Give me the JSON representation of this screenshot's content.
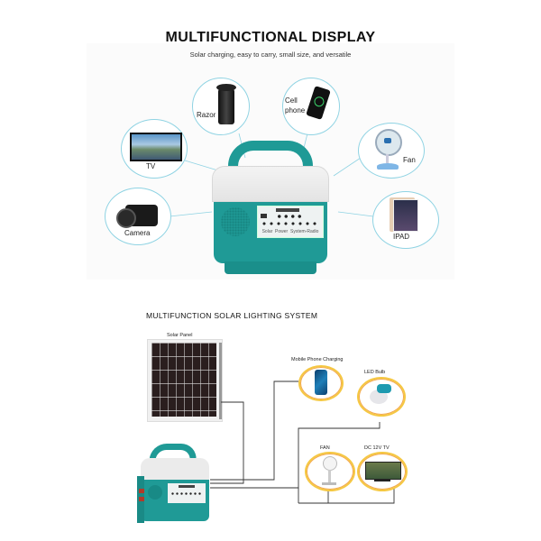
{
  "section1": {
    "title": "MULTIFUNCTIONAL DISPLAY",
    "subtitle": "Solar charging, easy to carry, small size, and versatile",
    "devices": [
      {
        "id": "razor",
        "label": "Razor"
      },
      {
        "id": "cell-phone",
        "label": "Cell phone"
      },
      {
        "id": "tv",
        "label": "TV"
      },
      {
        "id": "fan",
        "label": "Fan"
      },
      {
        "id": "camera",
        "label": "Camera"
      },
      {
        "id": "ipad",
        "label": "IPAD"
      }
    ],
    "unit_panel_text": "Solar  Power  System-Radio"
  },
  "section2": {
    "title": "MULTIFUNCTION SOLAR LIGHTING SYSTEM",
    "solar_panel_label": "Solar Panel",
    "loads": [
      {
        "id": "mobile-phone-charging",
        "label": "Mobile Phone Charging"
      },
      {
        "id": "led-bulb",
        "label": "LED Bulb"
      },
      {
        "id": "fan",
        "label": "FAN"
      },
      {
        "id": "dc-tv",
        "label": "DC 12V TV"
      }
    ]
  },
  "colors": {
    "teal": "#1f9a96",
    "teal_dark": "#157e7a",
    "bubble_border": "#8fd3e3",
    "yellow_ring": "#f5c842",
    "orange_ring": "#f2a64a",
    "wire": "#333333"
  }
}
